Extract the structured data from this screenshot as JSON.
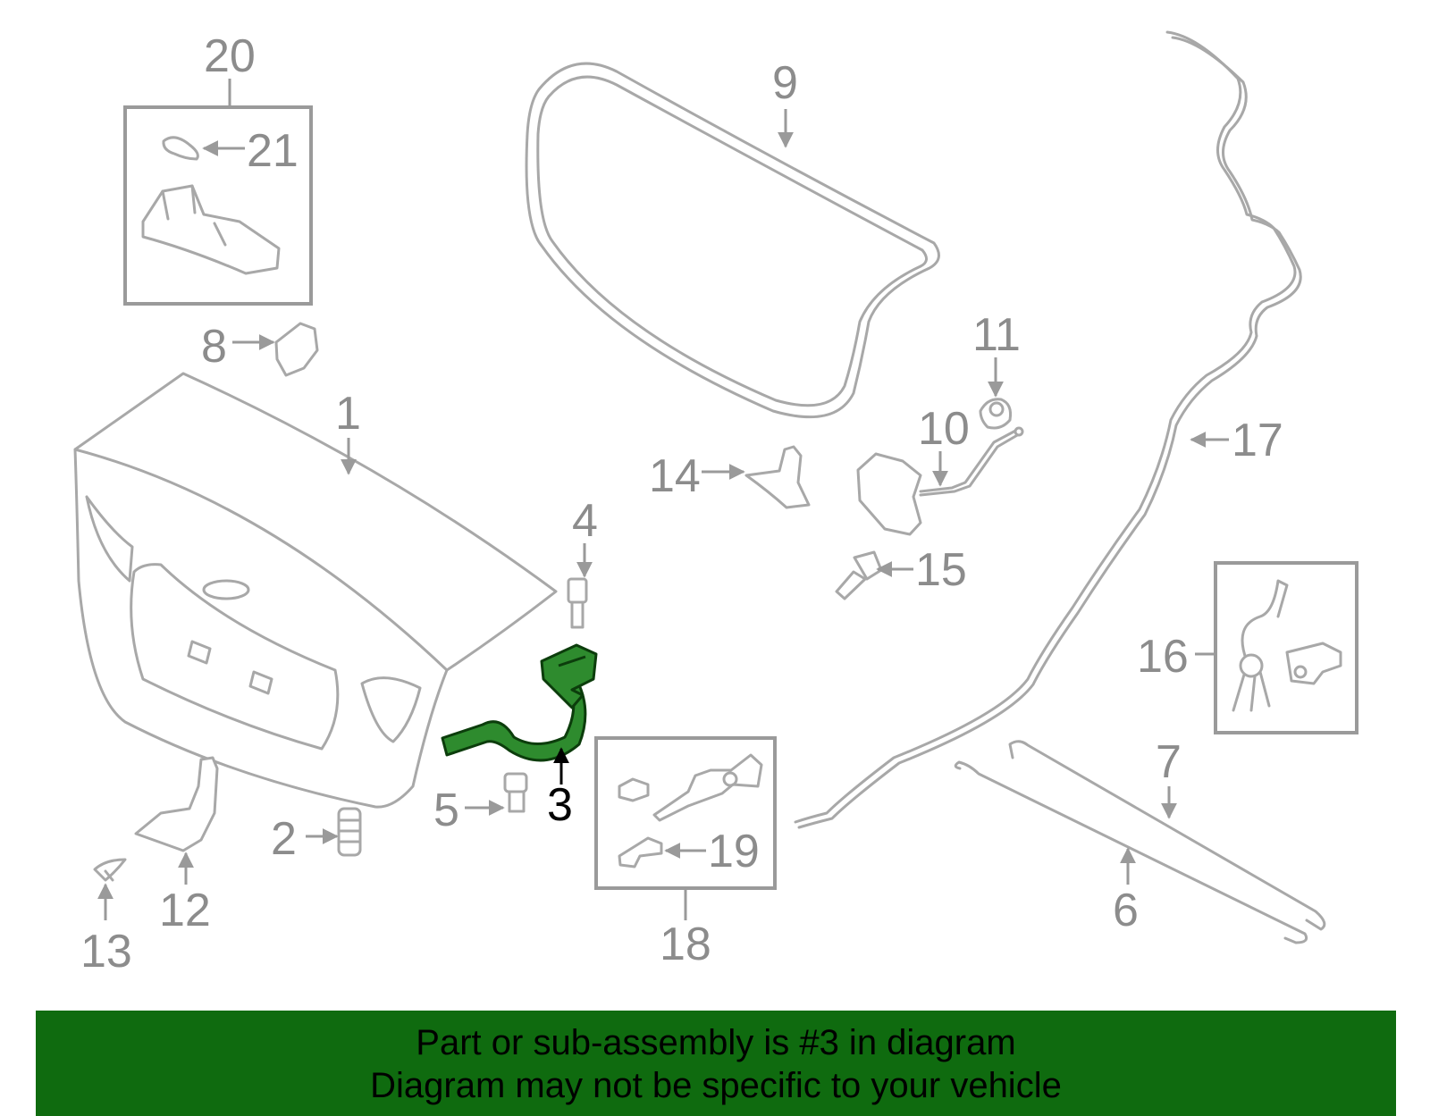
{
  "diagram": {
    "colors": {
      "part_line": "#a8a8a8",
      "label": "#8c8c8c",
      "highlight_fill": "#2e8b2e",
      "highlight_label": "#000000"
    },
    "highlighted_part": "3",
    "labels": {
      "p1": "1",
      "p2": "2",
      "p3": "3",
      "p4": "4",
      "p5": "5",
      "p6": "6",
      "p7": "7",
      "p8": "8",
      "p9": "9",
      "p10": "10",
      "p11": "11",
      "p12": "12",
      "p13": "13",
      "p14": "14",
      "p15": "15",
      "p16": "16",
      "p17": "17",
      "p18": "18",
      "p19": "19",
      "p20": "20",
      "p21": "21"
    }
  },
  "banner": {
    "line1": "Part or sub-assembly is #3 in diagram",
    "line2": "Diagram may not be specific to your vehicle",
    "background": "#0f6b0f"
  }
}
